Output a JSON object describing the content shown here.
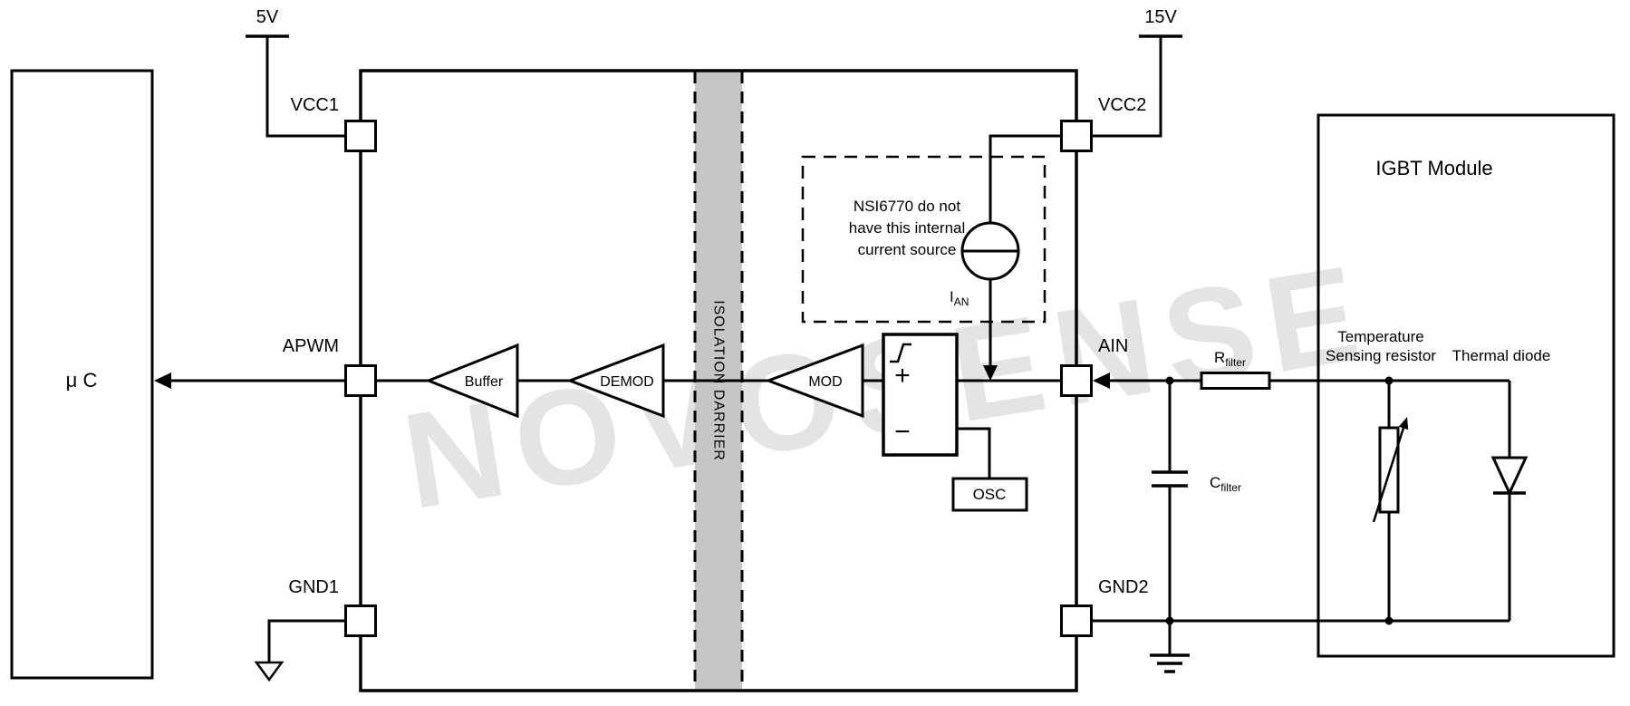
{
  "watermark": "NOVOSENSE",
  "supplies": {
    "left": "5V",
    "right": "15V"
  },
  "mcu": {
    "label": "μ C"
  },
  "ic": {
    "pins": {
      "vcc1": "VCC1",
      "apwm": "APWM",
      "gnd1": "GND1",
      "vcc2": "VCC2",
      "ain": "AIN",
      "gnd2": "GND2"
    },
    "blocks": {
      "buffer": "Buffer",
      "demod": "DEMOD",
      "mod": "MOD",
      "osc": "OSC"
    },
    "comparator": {
      "plus": "+",
      "minus": "−"
    },
    "isolation_barrier": "ISOLATION DARRIER",
    "note": {
      "line1": "NSI6770 do not",
      "line2": "have this internal",
      "line3": "current source"
    },
    "current_source": {
      "symbol": "I",
      "sub": "AN"
    }
  },
  "filter": {
    "r": "R",
    "r_sub": "filter",
    "c": "C",
    "c_sub": "filter"
  },
  "igbt": {
    "title": "IGBT Module",
    "thermistor_label_line1": "Temperature",
    "thermistor_label_line2": "Sensing resistor",
    "diode_label": "Thermal diode"
  }
}
